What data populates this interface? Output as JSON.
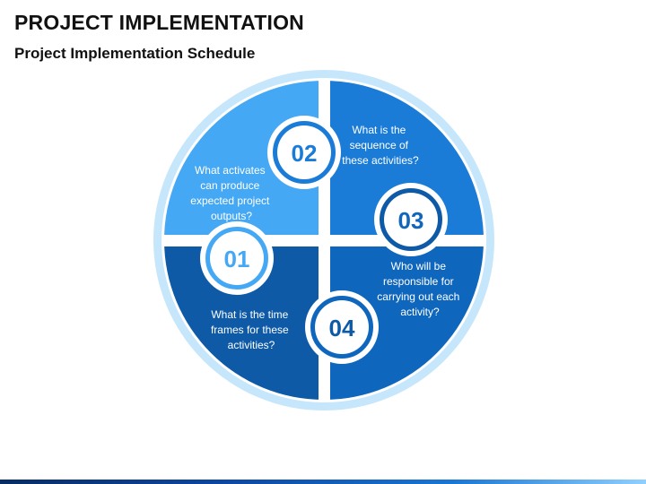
{
  "header": {
    "title": "PROJECT IMPLEMENTATION",
    "subtitle": "Project Implementation Schedule"
  },
  "colors": {
    "ring": "#c6e6fb",
    "piece_01": "#45a8f5",
    "piece_02": "#1b7cd8",
    "piece_03": "#0e5aa6",
    "piece_04": "#0f66bd",
    "number_badge_bg": "#ffffff",
    "piece_text": "#ffffff"
  },
  "pieces": [
    {
      "number": "01",
      "lines": [
        "What activates",
        "can produce",
        "expected project",
        "outputs?"
      ]
    },
    {
      "number": "02",
      "lines": [
        "What is the",
        "sequence of",
        "these activities?"
      ]
    },
    {
      "number": "03",
      "lines": [
        "Who will be",
        "responsible for",
        "carrying out each",
        "activity?"
      ]
    },
    {
      "number": "04",
      "lines": [
        "What is the time",
        "frames for  these",
        "activities?"
      ]
    }
  ]
}
